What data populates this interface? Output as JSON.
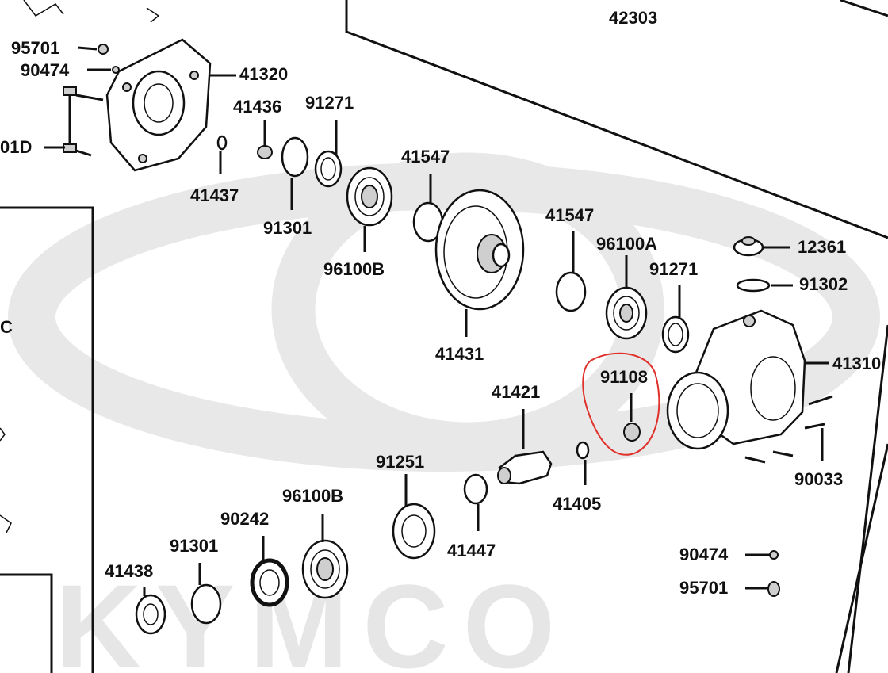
{
  "watermark": {
    "text": "KYMCO"
  },
  "colors": {
    "highlight": "#e0302a",
    "ink": "#111111",
    "watermark": "#e6e6e6"
  },
  "labels": {
    "p42303": "42303",
    "p95701_top": "95701",
    "p90474_top": "90474",
    "p41320": "41320",
    "p41436": "41436",
    "p91271_top": "91271",
    "p91401d": "01D",
    "p41437": "41437",
    "p91301_top": "91301",
    "p41547_a": "41547",
    "p96100b_top": "96100B",
    "p41547_b": "41547",
    "p96100a": "96100A",
    "p12361": "12361",
    "p91271_right": "91271",
    "p91302": "91302",
    "p41431": "41431",
    "p41310": "41310",
    "p91108": "91108",
    "p41421": "41421",
    "p90033": "90033",
    "p91251": "91251",
    "p41405": "41405",
    "p96100b_bottom": "96100B",
    "p90242": "90242",
    "p41447": "41447",
    "p91301_bottom": "91301",
    "p41438": "41438",
    "p90474_bottom": "90474",
    "p95701_bottom": "95701",
    "p_left_c": "C"
  }
}
